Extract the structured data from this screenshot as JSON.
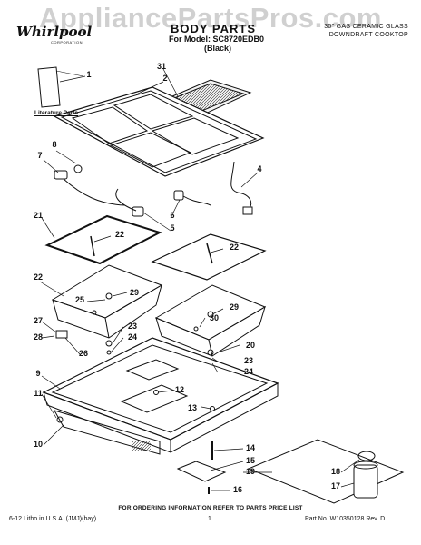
{
  "header": {
    "watermark": "AppliancePartsPros.com",
    "logo": "Whirlpool",
    "logo_sub": "CORPORATION",
    "title": "BODY PARTS",
    "model": "For Model: SC8720EDB0",
    "color": "(Black)",
    "product_line1": "30\" GAS CERAMIC GLASS",
    "product_line2": "DOWNDRAFT COOKTOP"
  },
  "diagram": {
    "literature_label": "Literature Parts",
    "callouts": [
      "1",
      "31",
      "2",
      "8",
      "7",
      "4",
      "6",
      "5",
      "21",
      "22",
      "22",
      "22",
      "25",
      "29",
      "29",
      "30",
      "27",
      "28",
      "26",
      "23",
      "24",
      "20",
      "23",
      "24",
      "9",
      "11",
      "12",
      "13",
      "10",
      "14",
      "15",
      "19",
      "18",
      "17",
      "16"
    ]
  },
  "footer": {
    "order_note": "FOR ORDERING INFORMATION REFER TO PARTS PRICE LIST",
    "left": "6-12   Litho in U.S.A. (JMJ)(bay)",
    "page": "1",
    "part_no": "Part No. W10350128 Rev. D"
  },
  "colors": {
    "line": "#111111",
    "watermark": "#8a8a8a"
  }
}
